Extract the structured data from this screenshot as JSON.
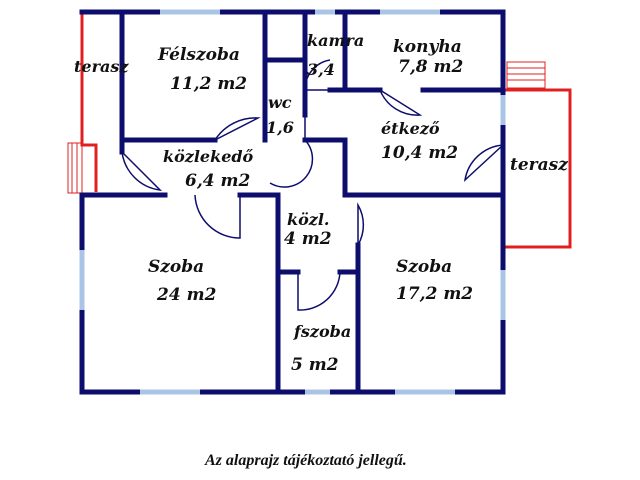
{
  "colors": {
    "wall": "#0d0d6e",
    "window": "#a9c4e4",
    "terrace": "#e02020",
    "door": "#0d0d6e"
  },
  "rooms": [
    {
      "id": "terasz-left",
      "name": "terasz",
      "area": ""
    },
    {
      "id": "felszoba",
      "name": "Félszoba",
      "area": "11,2 m2"
    },
    {
      "id": "wc",
      "name": "wc",
      "area": "1,6"
    },
    {
      "id": "kamra",
      "name": "kamra",
      "area": "3,4"
    },
    {
      "id": "konyha",
      "name": "konyha",
      "area": "7,8 m2"
    },
    {
      "id": "etkezo",
      "name": "étkező",
      "area": "10,4 m2"
    },
    {
      "id": "terasz-right",
      "name": "terasz",
      "area": ""
    },
    {
      "id": "kozlekedo",
      "name": "közlekedő",
      "area": "6,4 m2"
    },
    {
      "id": "kozl",
      "name": "közl.",
      "area": "4 m2"
    },
    {
      "id": "szoba-left",
      "name": "Szoba",
      "area": "24 m2"
    },
    {
      "id": "szoba-right",
      "name": "Szoba",
      "area": "17,2 m2"
    },
    {
      "id": "fszoba",
      "name": "fszoba",
      "area": "5 m2"
    }
  ],
  "caption": "Az alaprajz tájékoztató jellegű."
}
